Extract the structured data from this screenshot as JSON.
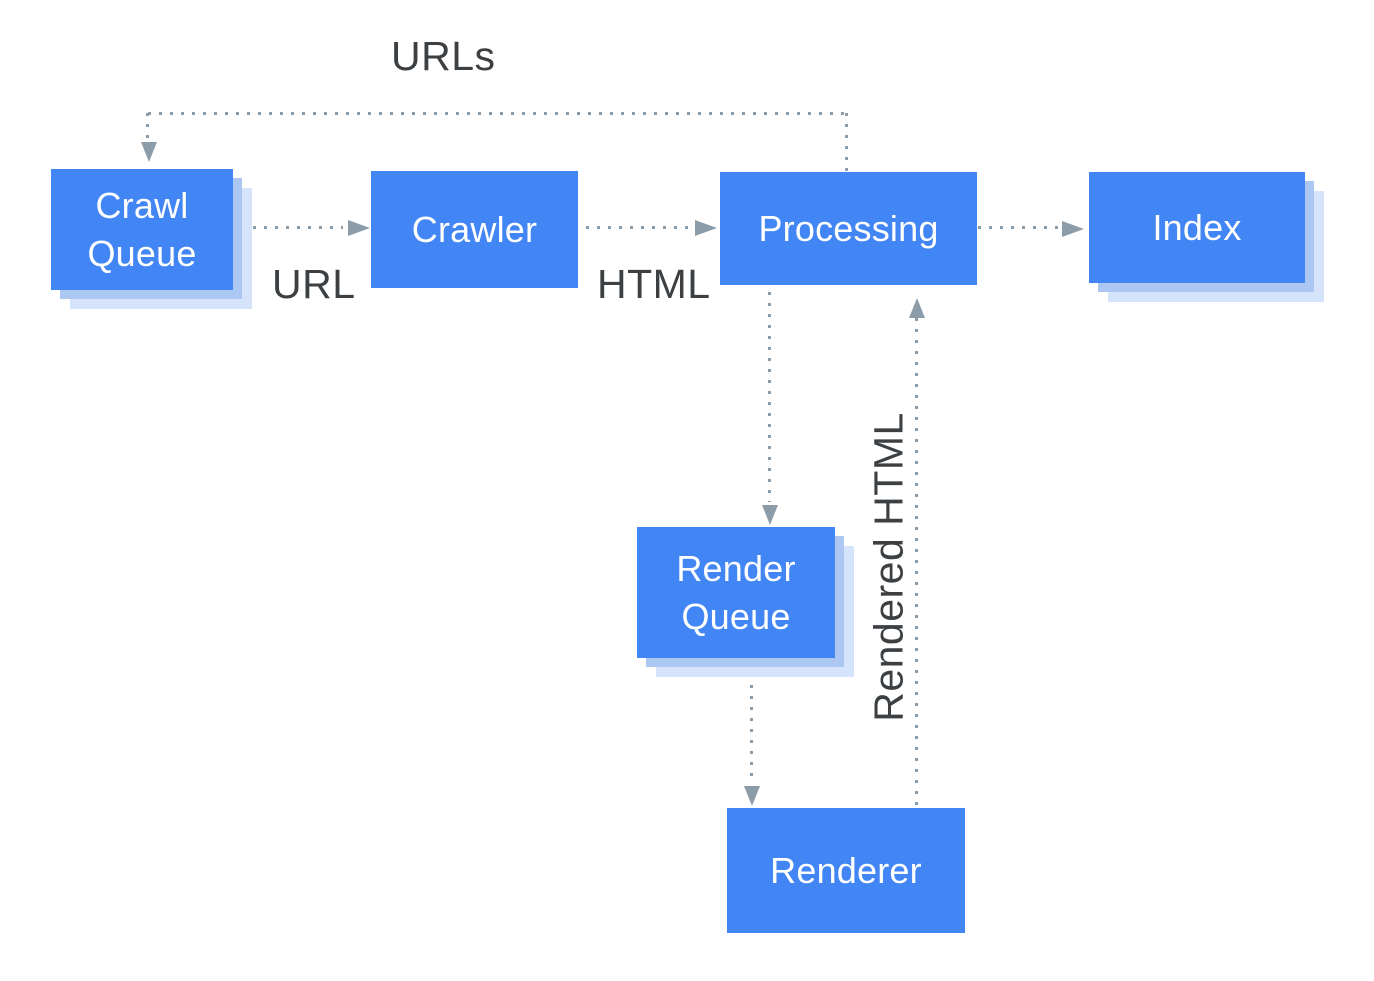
{
  "colors": {
    "node_fill": "#4285f4",
    "node_text": "#ffffff",
    "shadow_1": "#abc7f2",
    "shadow_2": "#d6e4fb",
    "arrow": "#8d9ca9",
    "label_text": "#3c4043"
  },
  "nodes": {
    "crawl_queue": {
      "label": "Crawl Queue"
    },
    "crawler": {
      "label": "Crawler"
    },
    "processing": {
      "label": "Processing"
    },
    "index": {
      "label": "Index"
    },
    "render_queue": {
      "label": "Render Queue"
    },
    "renderer": {
      "label": "Renderer"
    }
  },
  "edges": {
    "processing_to_crawl_queue": {
      "from": "Processing",
      "to": "Crawl Queue",
      "label": "URLs"
    },
    "crawl_queue_to_crawler": {
      "from": "Crawl Queue",
      "to": "Crawler",
      "label": "URL"
    },
    "crawler_to_processing": {
      "from": "Crawler",
      "to": "Processing",
      "label": "HTML"
    },
    "processing_to_index": {
      "from": "Processing",
      "to": "Index",
      "label": ""
    },
    "processing_to_render_queue": {
      "from": "Processing",
      "to": "Render Queue",
      "label": ""
    },
    "render_queue_to_renderer": {
      "from": "Render Queue",
      "to": "Renderer",
      "label": ""
    },
    "renderer_to_processing": {
      "from": "Renderer",
      "to": "Processing",
      "label": "Rendered HTML"
    }
  }
}
